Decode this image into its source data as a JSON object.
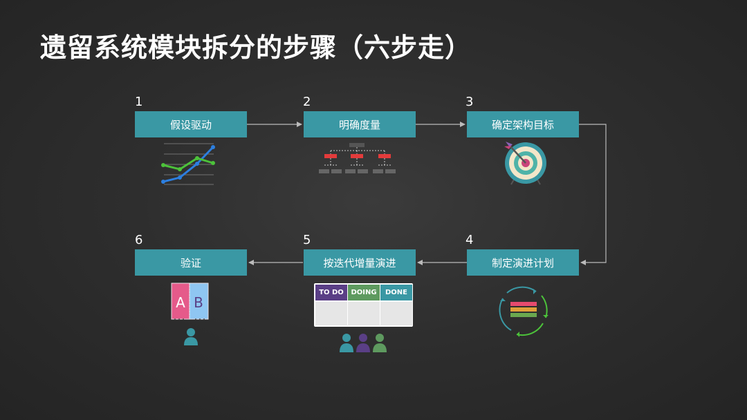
{
  "title": "遗留系统模块拆分的步骤（六步走）",
  "steps": [
    {
      "num": "1",
      "label": "假设驱动"
    },
    {
      "num": "2",
      "label": "明确度量"
    },
    {
      "num": "3",
      "label": "确定架构目标"
    },
    {
      "num": "4",
      "label": "制定演进计划"
    },
    {
      "num": "5",
      "label": "按迭代增量演进"
    },
    {
      "num": "6",
      "label": "验证"
    }
  ],
  "kanban": {
    "columns": [
      {
        "label": "TO DO",
        "color": "#5a3f86"
      },
      {
        "label": "DOING",
        "color": "#5e9a5f"
      },
      {
        "label": "DONE",
        "color": "#3a98a4"
      }
    ]
  },
  "ab_test": {
    "a": "A",
    "b": "B"
  },
  "colors": {
    "step_box": "#3a98a4",
    "arrow": "#bbbbbb",
    "background": "#2e2e2e"
  },
  "icons": [
    "line-chart-icon",
    "org-chart-icon",
    "target-icon",
    "cycle-plan-icon",
    "kanban-board-icon",
    "team-icon",
    "ab-test-icon",
    "user-icon"
  ]
}
